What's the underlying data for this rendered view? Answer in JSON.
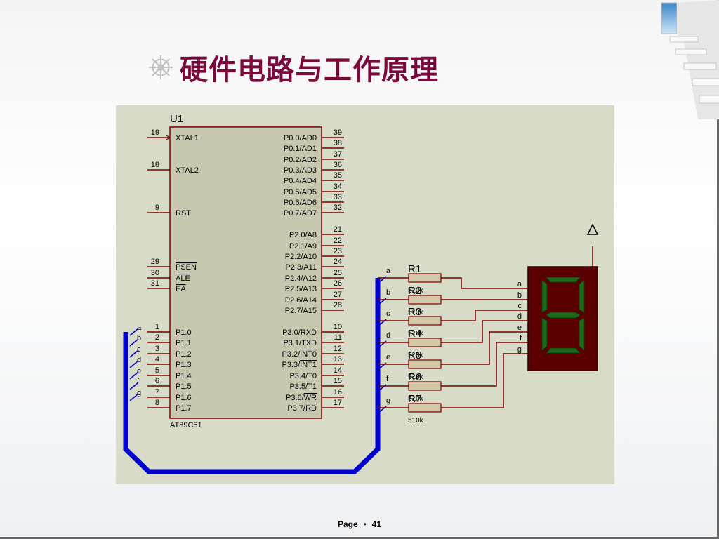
{
  "slide": {
    "title": "硬件电路与工作原理",
    "footer_label": "Page",
    "footer_sep": "・",
    "page_number": "41"
  },
  "circuit": {
    "chip_ref": "U1",
    "chip_part": "AT89C51",
    "left_pins": [
      {
        "num": "19",
        "name": "XTAL1"
      },
      {
        "num": "18",
        "name": "XTAL2"
      },
      {
        "num": "9",
        "name": "RST"
      },
      {
        "num": "29",
        "name": "PSEN"
      },
      {
        "num": "30",
        "name": "ALE"
      },
      {
        "num": "31",
        "name": "EA"
      },
      {
        "num": "1",
        "name": "P1.0",
        "net": "a"
      },
      {
        "num": "2",
        "name": "P1.1",
        "net": "b"
      },
      {
        "num": "3",
        "name": "P1.2",
        "net": "c"
      },
      {
        "num": "4",
        "name": "P1.3",
        "net": "d"
      },
      {
        "num": "5",
        "name": "P1.4",
        "net": "e"
      },
      {
        "num": "6",
        "name": "P1.5",
        "net": "f"
      },
      {
        "num": "7",
        "name": "P1.6",
        "net": "g"
      },
      {
        "num": "8",
        "name": "P1.7"
      }
    ],
    "right_pins": [
      {
        "num": "39",
        "name": "P0.0/AD0"
      },
      {
        "num": "38",
        "name": "P0.1/AD1"
      },
      {
        "num": "37",
        "name": "P0.2/AD2"
      },
      {
        "num": "36",
        "name": "P0.3/AD3"
      },
      {
        "num": "35",
        "name": "P0.4/AD4"
      },
      {
        "num": "34",
        "name": "P0.5/AD5"
      },
      {
        "num": "33",
        "name": "P0.6/AD6"
      },
      {
        "num": "32",
        "name": "P0.7/AD7"
      },
      {
        "num": "21",
        "name": "P2.0/A8"
      },
      {
        "num": "22",
        "name": "P2.1/A9"
      },
      {
        "num": "23",
        "name": "P2.2/A10"
      },
      {
        "num": "24",
        "name": "P2.3/A11"
      },
      {
        "num": "25",
        "name": "P2.4/A12"
      },
      {
        "num": "26",
        "name": "P2.5/A13"
      },
      {
        "num": "27",
        "name": "P2.6/A14"
      },
      {
        "num": "28",
        "name": "P2.7/A15"
      },
      {
        "num": "10",
        "name": "P3.0/RXD"
      },
      {
        "num": "11",
        "name": "P3.1/TXD"
      },
      {
        "num": "12",
        "name": "P3.2/INT0"
      },
      {
        "num": "13",
        "name": "P3.3/INT1"
      },
      {
        "num": "14",
        "name": "P3.4/T0"
      },
      {
        "num": "15",
        "name": "P3.5/T1"
      },
      {
        "num": "16",
        "name": "P3.6/WR"
      },
      {
        "num": "17",
        "name": "P3.7/RD"
      }
    ],
    "resistors": [
      {
        "ref": "R1",
        "value": "510k",
        "net": "a"
      },
      {
        "ref": "R2",
        "value": "510k",
        "net": "b"
      },
      {
        "ref": "R3",
        "value": "510k",
        "net": "c"
      },
      {
        "ref": "R4",
        "value": "510k",
        "net": "d"
      },
      {
        "ref": "R5",
        "value": "510k",
        "net": "e"
      },
      {
        "ref": "R6",
        "value": "510k",
        "net": "f"
      },
      {
        "ref": "R7",
        "value": "510k",
        "net": "g"
      }
    ],
    "display_pins": [
      "a",
      "b",
      "c",
      "d",
      "e",
      "f",
      "g"
    ],
    "colors": {
      "background": "#d8dbc8",
      "chip_fill": "#c8c8b0",
      "wire": "#7a0000",
      "bus": "#0000cc",
      "resistor": "#d2c8a8",
      "display_body": "#5a0000",
      "segment_on": "#1a6a1a"
    }
  }
}
